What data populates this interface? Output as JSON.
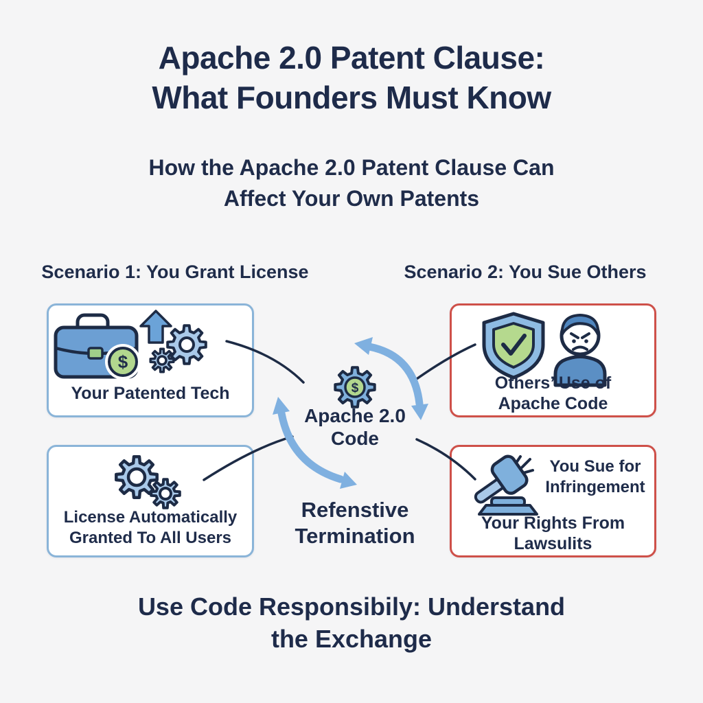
{
  "title": {
    "line1": "Apache 2.0 Patent Clause:",
    "line2": "What Founders Must Know"
  },
  "subtitle": {
    "line1": "How the Apache 2.0 Patent Clause Can",
    "line2": "Affect Your Own Patents"
  },
  "scenario1": {
    "header": "Scenario 1: You Grant License",
    "box1": {
      "label": "Your Patented Tech",
      "dollar": "$"
    },
    "box2": {
      "line1": "License Automatically",
      "line2": "Granted To All Users"
    }
  },
  "scenario2": {
    "header": "Scenario 2: You Sue Others",
    "box1": {
      "line1": "Others’ Use of",
      "line2": "Apache Code"
    },
    "box2": {
      "side1": "You Sue for",
      "side2": "Infringement",
      "line1": "Your Rights From",
      "line2": "Lawsulits"
    }
  },
  "center": {
    "line1": "Apache 2.0",
    "line2": "Code",
    "dollar": "$",
    "term1": "Refenstive",
    "term2": "Termination"
  },
  "footer": {
    "line1": "Use Code Responsibily: Understand",
    "line2": "the Exchange"
  },
  "colors": {
    "background": "#f5f5f6",
    "navy_text": "#1f2c4a",
    "blue_box_border": "#8ab4d8",
    "red_box_border": "#ce5049",
    "arrow_blue": "#7fb0e0",
    "connector_navy": "#1d2b45",
    "icon_blue": "#6c9fd3",
    "icon_light_blue": "#a9c9e9",
    "icon_gear_blue": "#7fb0dc",
    "icon_green": "#b2d78e"
  }
}
